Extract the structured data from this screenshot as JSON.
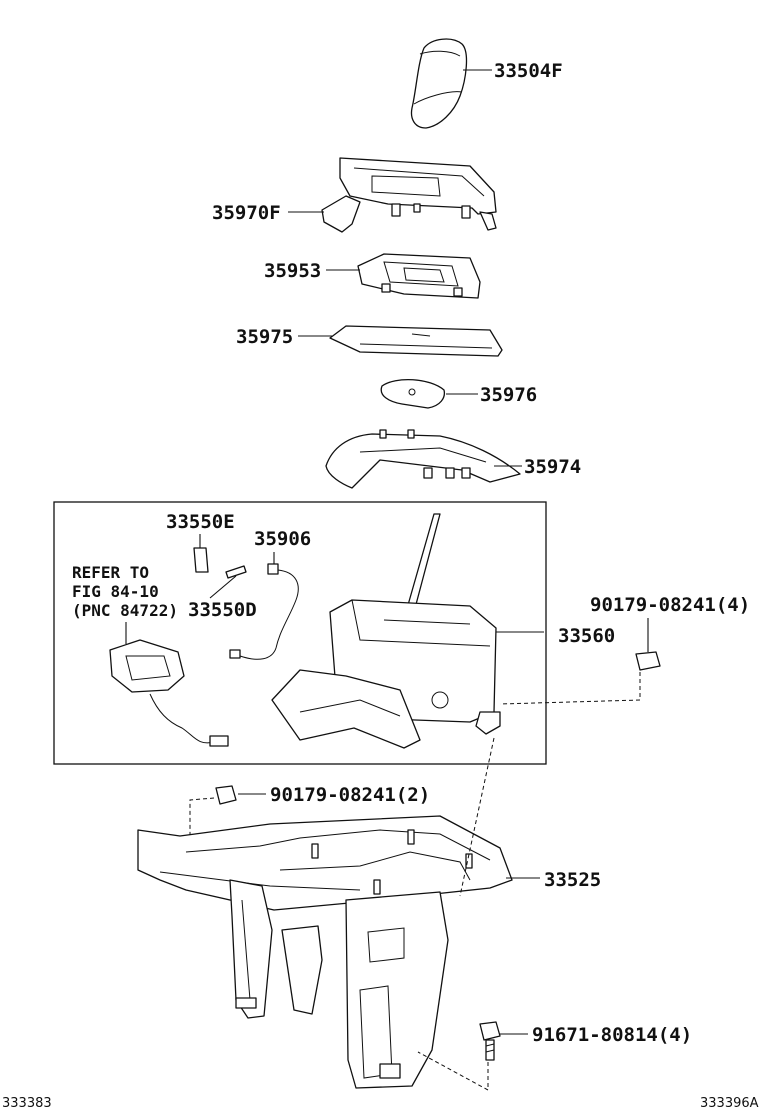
{
  "callouts": {
    "p33504F": "33504F",
    "p35970F": "35970F",
    "p35953": "35953",
    "p35975": "35975",
    "p35976": "35976",
    "p35974": "35974",
    "p33550E": "33550E",
    "p35906": "35906",
    "p33550D": "33550D",
    "p33560": "33560",
    "p90179_4": "90179-08241(4)",
    "p90179_2": "90179-08241(2)",
    "p33525": "33525",
    "p91671": "91671-80814(4)"
  },
  "reference_note": {
    "line1": "REFER TO",
    "line2": "FIG 84-10",
    "line3": "(PNC 84722)"
  },
  "footer": {
    "left_code": "333383",
    "right_code": "333396A"
  }
}
